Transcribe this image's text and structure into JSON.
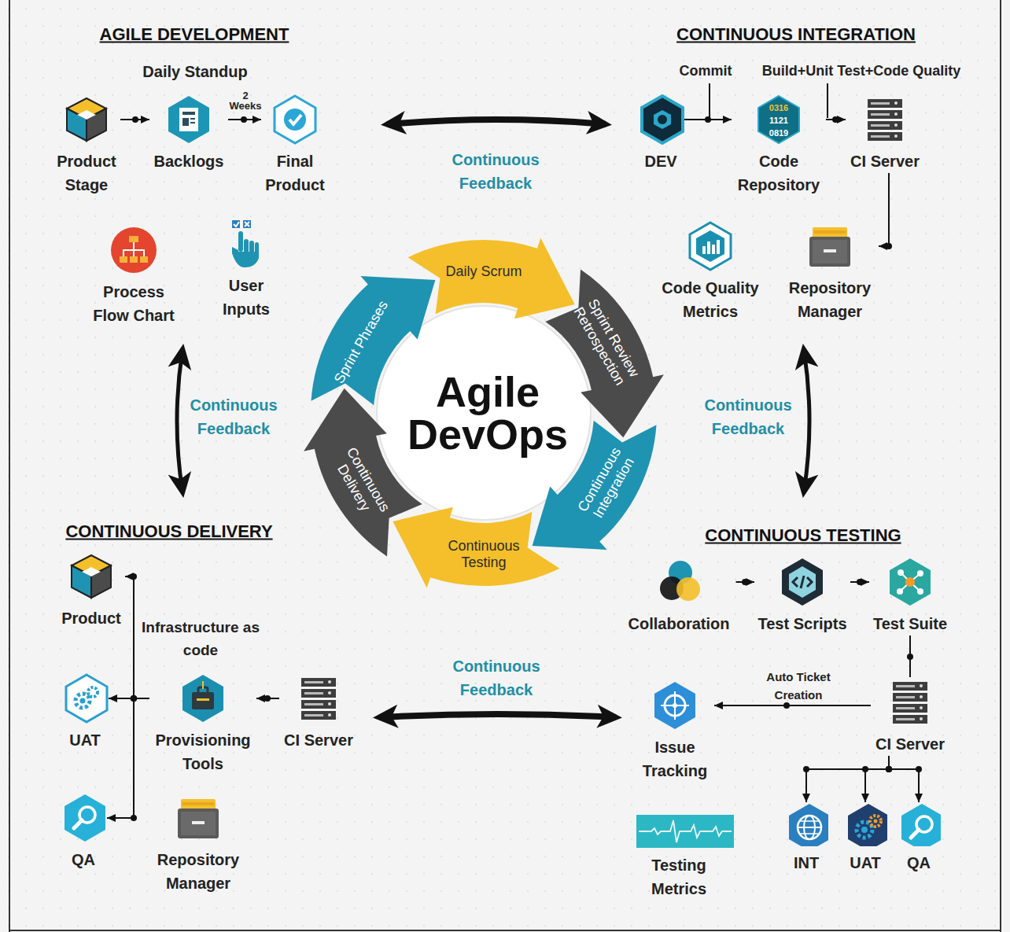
{
  "diagram": {
    "title": "Agile DevOps",
    "nodes": [
      {
        "text": [
          "Product Stage"
        ]
      },
      {
        "text": [
          "Backlogs"
        ]
      },
      {
        "text": [
          "Final Product"
        ]
      },
      {
        "text": [
          "Process Flow Chart"
        ]
      },
      {
        "text": [
          "User Inputs"
        ]
      },
      {
        "text": [
          "DEV"
        ]
      },
      {
        "text": [
          "Code Repository"
        ]
      },
      {
        "text": [
          "CI Server"
        ]
      },
      {
        "text": [
          "Code Quality Metrics"
        ]
      },
      {
        "text": [
          "Repository Manager"
        ]
      },
      {
        "text": [
          "Collaboration"
        ]
      },
      {
        "text": [
          "Test Scripts"
        ]
      },
      {
        "text": [
          "Test Suite"
        ]
      },
      {
        "text": [
          "Issue Tracking"
        ]
      },
      {
        "text": [
          "CI Server"
        ]
      },
      {
        "text": [
          "Testing Metrics"
        ]
      },
      {
        "text": [
          "INT"
        ]
      },
      {
        "text": [
          "UAT"
        ]
      },
      {
        "text": [
          "QA"
        ]
      },
      {
        "text": [
          "Product"
        ]
      },
      {
        "text": [
          "UAT"
        ]
      },
      {
        "text": [
          "Provisioning Tools"
        ]
      },
      {
        "text": [
          "CI Server"
        ]
      },
      {
        "text": [
          "QA"
        ]
      },
      {
        "text": [
          "Repository Manager"
        ]
      },
      {
        "text": [
          "Daily Scrum"
        ]
      },
      {
        "text": [
          "Sprint Review Retrospection"
        ]
      },
      {
        "text": [
          "Continuous Integration"
        ]
      },
      {
        "text": [
          "Continuous Testing"
        ]
      },
      {
        "text": [
          "Continuous Delivery"
        ]
      },
      {
        "text": [
          "Sprint Phrases"
        ]
      }
    ],
    "edges": [
      {
        "from": 0,
        "to": 1,
        "arrow": "to"
      },
      {
        "from": 1,
        "to": 2,
        "label": "2 Weeks",
        "arrow": "to"
      },
      {
        "from": 5,
        "to": 6,
        "label": "Commit",
        "arrow": "to"
      },
      {
        "from": 6,
        "to": 7,
        "label": "Build+Unit Test+Code Quality",
        "arrow": "to"
      },
      {
        "from": 7,
        "to": 9,
        "arrow": "to"
      },
      {
        "from": 10,
        "to": 11,
        "arrow": "to"
      },
      {
        "from": 11,
        "to": 12,
        "arrow": "to"
      },
      {
        "from": 14,
        "to": 12,
        "arrow": "none"
      },
      {
        "from": 14,
        "to": 13,
        "label": "Auto Ticket Creation",
        "arrow": "to"
      },
      {
        "from": 14,
        "to": 16,
        "arrow": "to"
      },
      {
        "from": 14,
        "to": 17,
        "arrow": "to"
      },
      {
        "from": 14,
        "to": 18,
        "arrow": "to"
      },
      {
        "from": 22,
        "to": 21,
        "arrow": "to"
      },
      {
        "from": 21,
        "to": 20,
        "arrow": "to"
      },
      {
        "from": 21,
        "to": 19,
        "arrow": "to"
      },
      {
        "from": 21,
        "to": 23,
        "arrow": "to"
      }
    ],
    "labels": [
      "AGILE DEVELOPMENT",
      "Daily Standup",
      "CONTINUOUS INTEGRATION",
      "0316",
      "1121",
      "0819",
      "Continuous Feedback",
      "Continuous Feedback",
      "Continuous Feedback",
      "CONTINUOUS DELIVERY",
      "CONTINUOUS TESTING",
      "Infrastructure as code",
      "Continuous Feedback"
    ]
  }
}
